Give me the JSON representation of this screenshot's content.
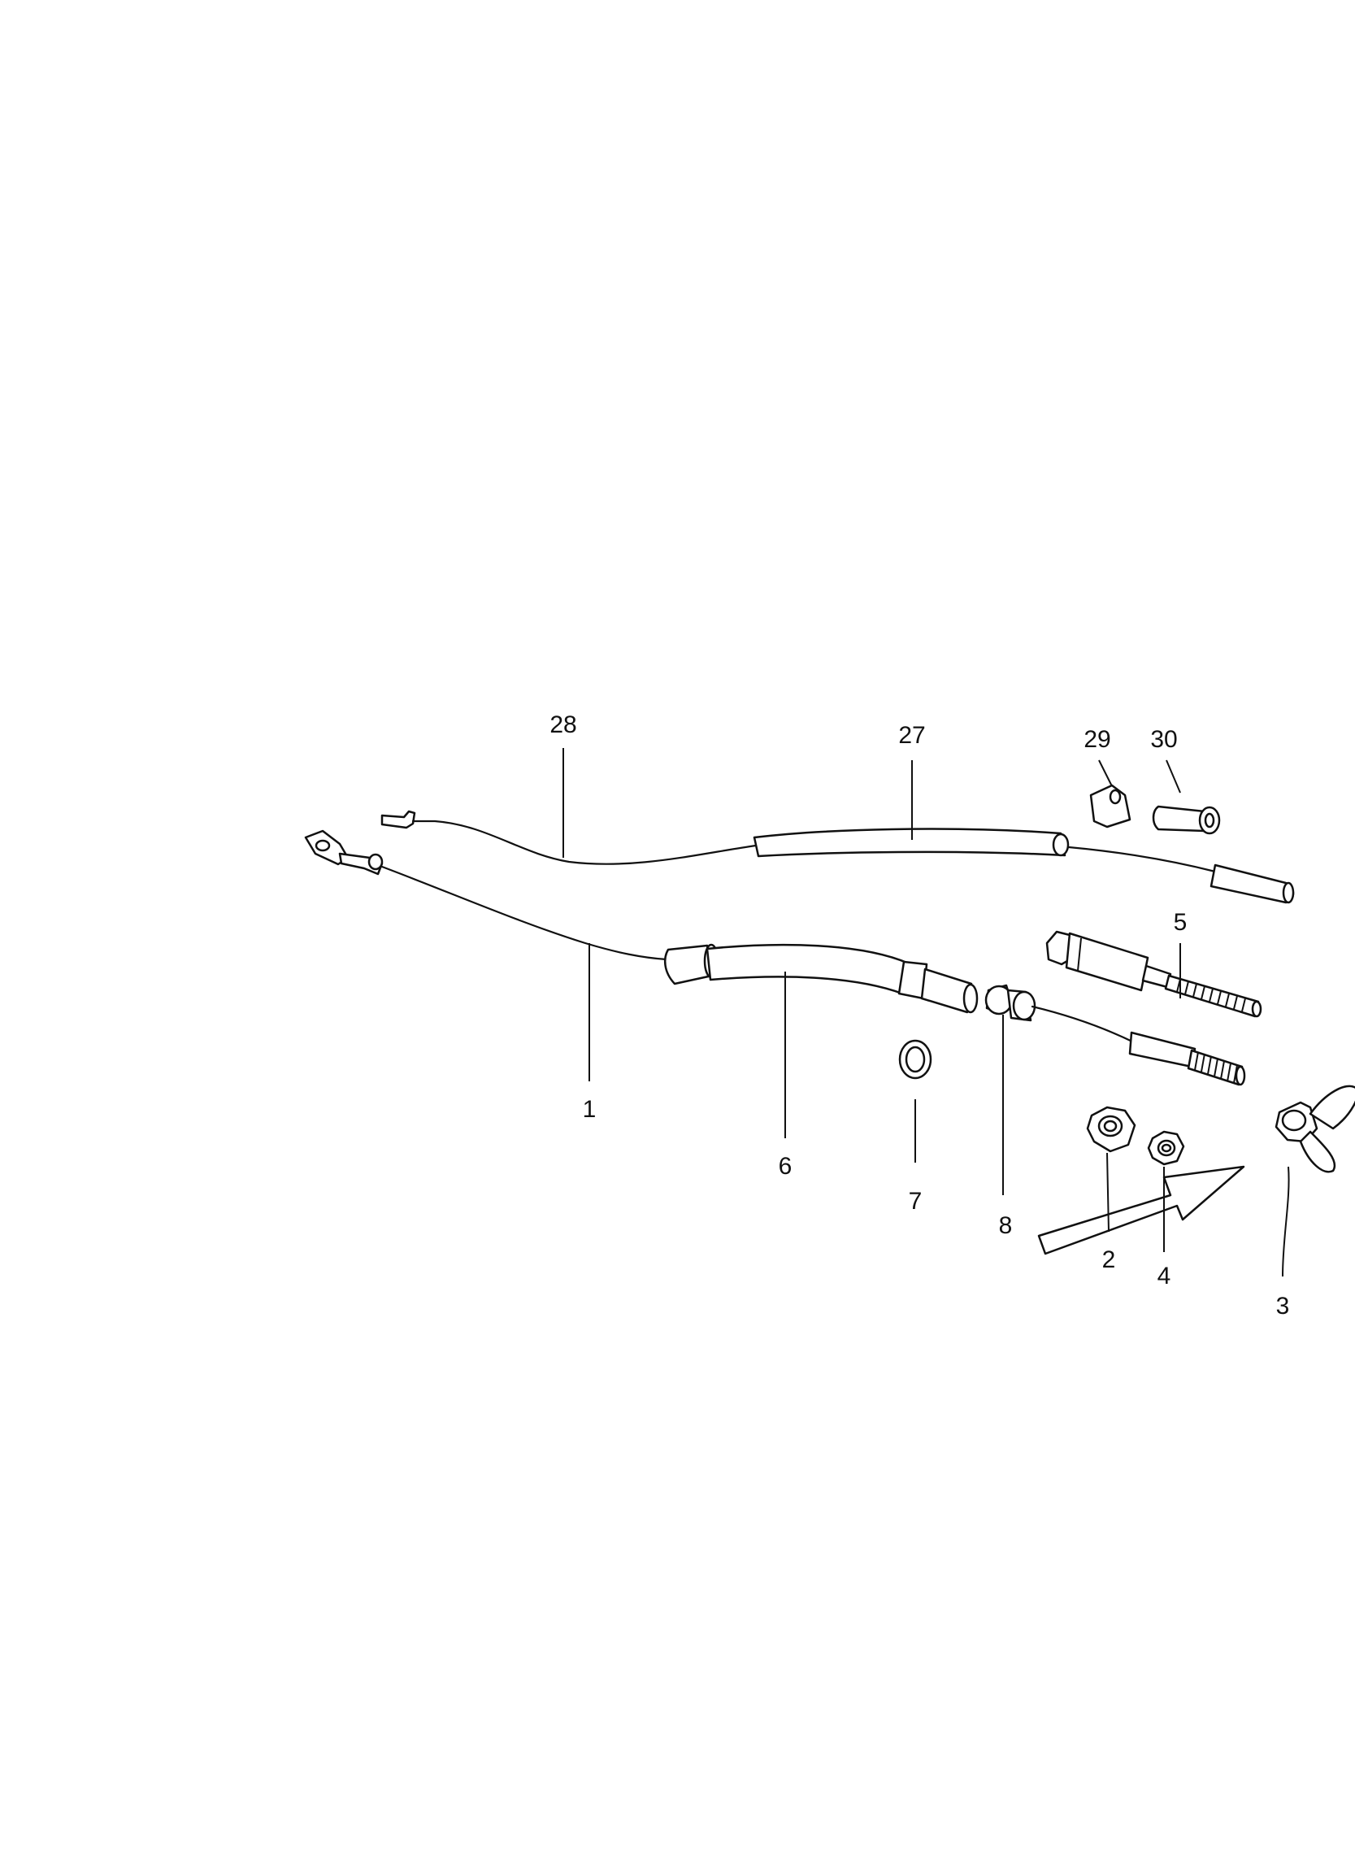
{
  "callouts": {
    "c1": "1",
    "c2": "2",
    "c3": "3",
    "c4": "4",
    "c5": "5",
    "c6": "6",
    "c7": "7",
    "c8": "8",
    "c27": "27",
    "c28": "28",
    "c29": "29",
    "c30": "30"
  },
  "colors": {
    "ink": "#111111",
    "paper": "#ffffff"
  }
}
